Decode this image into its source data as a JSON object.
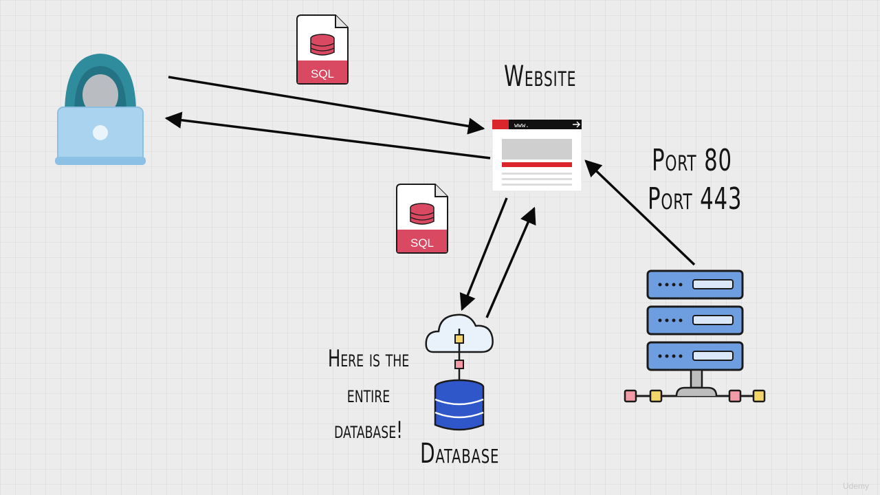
{
  "labels": {
    "website": "Website",
    "port_80": "Port 80",
    "port_443": "Port 443",
    "database": "Database",
    "note": [
      "Here is the",
      "entire",
      "database!"
    ],
    "sql_top": "SQL",
    "sql_bottom": "SQL",
    "url": "www."
  },
  "watermark": "Udemy",
  "colors": {
    "hacker_hood": "#2f8c9d",
    "laptop": "#a9d3ee",
    "sql_red": "#d94a62",
    "db_blue": "#2f57c9",
    "server_blue": "#6f9ee0",
    "browser_red": "#d9252b",
    "arrow": "#0a0a0a"
  },
  "icons": [
    "hacker-laptop-icon",
    "sql-file-icon",
    "browser-window-icon",
    "cloud-database-icon",
    "server-rack-icon"
  ]
}
